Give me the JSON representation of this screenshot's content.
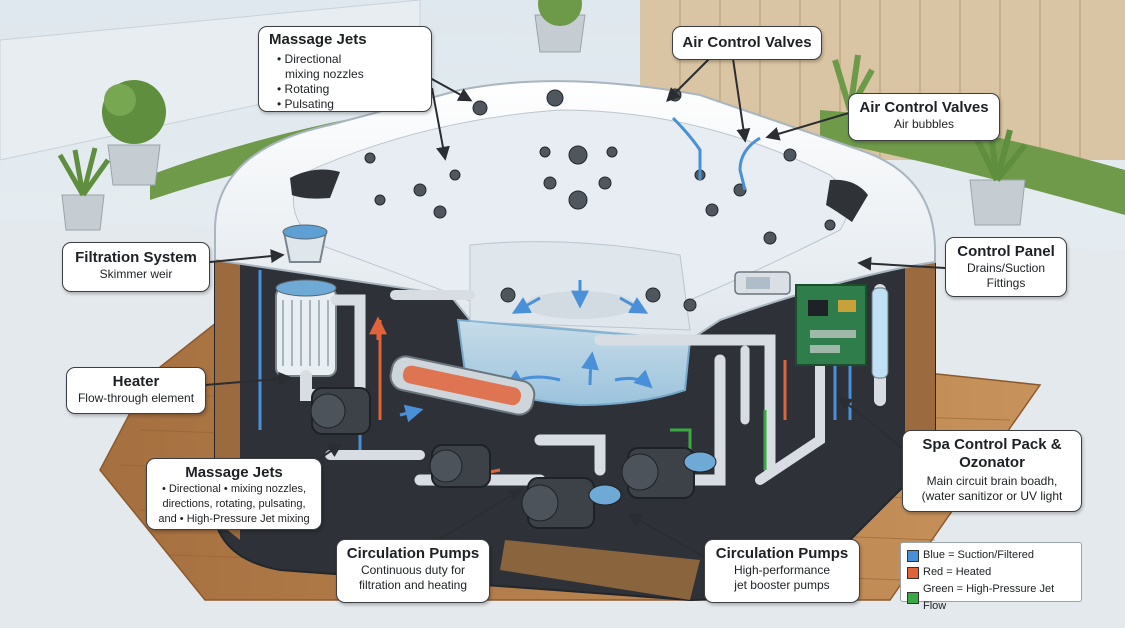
{
  "colors": {
    "suction": "#4a90d9",
    "heated": "#e0633a",
    "jet_flow": "#3aa845",
    "wood": "#b9824f",
    "shell": "#f4f7fa",
    "cabinet": "#2e3238"
  },
  "labels": {
    "massage_jets_top": {
      "title": "Massage Jets",
      "items": [
        "Directional",
        "mixing nozzles",
        "Rotating",
        "Pulsating"
      ]
    },
    "air_control_top": {
      "title": "Air Control Valves"
    },
    "air_control_right": {
      "title": "Air Control Valves",
      "subtitle": "Air bubbles"
    },
    "filtration": {
      "title": "Filtration System",
      "subtitle": "Skimmer weir"
    },
    "control_panel": {
      "title": "Control Panel",
      "subtitle_1": "Drains/Suction",
      "subtitle_2": "Fittings"
    },
    "heater": {
      "title": "Heater",
      "subtitle": "Flow-through element"
    },
    "massage_jets_bottom": {
      "title": "Massage Jets",
      "lines": [
        "• Directional • mixing nozzles,",
        "directions, rotating, pulsating,",
        "and • High-Pressure Jet mixing"
      ]
    },
    "spa_pack": {
      "title_1": "Spa Control Pack &",
      "title_2": "Ozonator",
      "lines": [
        "Main circuit brain boadh,",
        "(water sanitizor or UV light"
      ]
    },
    "circ_pumps_left": {
      "title": "Circulation Pumps",
      "subtitle_1": "Continuous duty for",
      "subtitle_2": "filtration and heating"
    },
    "circ_pumps_right": {
      "title": "Circulation Pumps",
      "subtitle_1": "High-performance",
      "subtitle_2": "jet booster pumps"
    }
  },
  "legend": [
    {
      "label": "Blue = Suction/Filtered",
      "color": "#4a90d9"
    },
    {
      "label": "Red = Heated",
      "color": "#e0633a"
    },
    {
      "label": "Green = High-Pressure Jet Flow",
      "color": "#3aa845"
    }
  ]
}
